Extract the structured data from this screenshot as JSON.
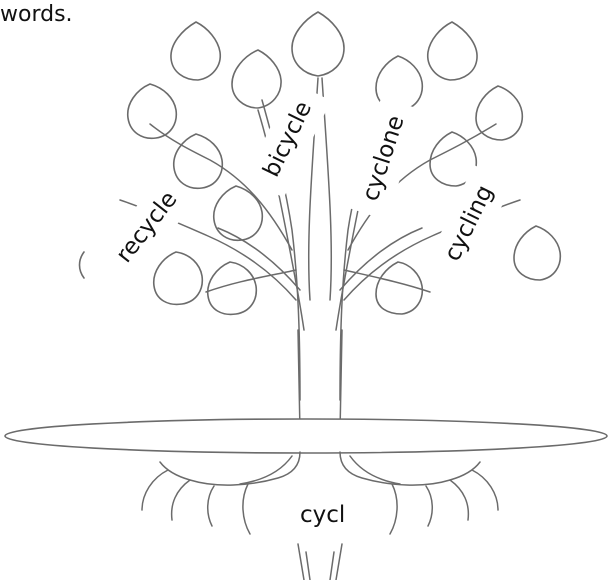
{
  "header": {
    "fragment": "words."
  },
  "tree": {
    "root_label": "cycl",
    "branch_words": [
      "recycle",
      "bicycle",
      "cyclone",
      "cycling"
    ]
  },
  "colors": {
    "outline": "#6b6b6b",
    "background": "#ffffff",
    "text": "#111111"
  }
}
